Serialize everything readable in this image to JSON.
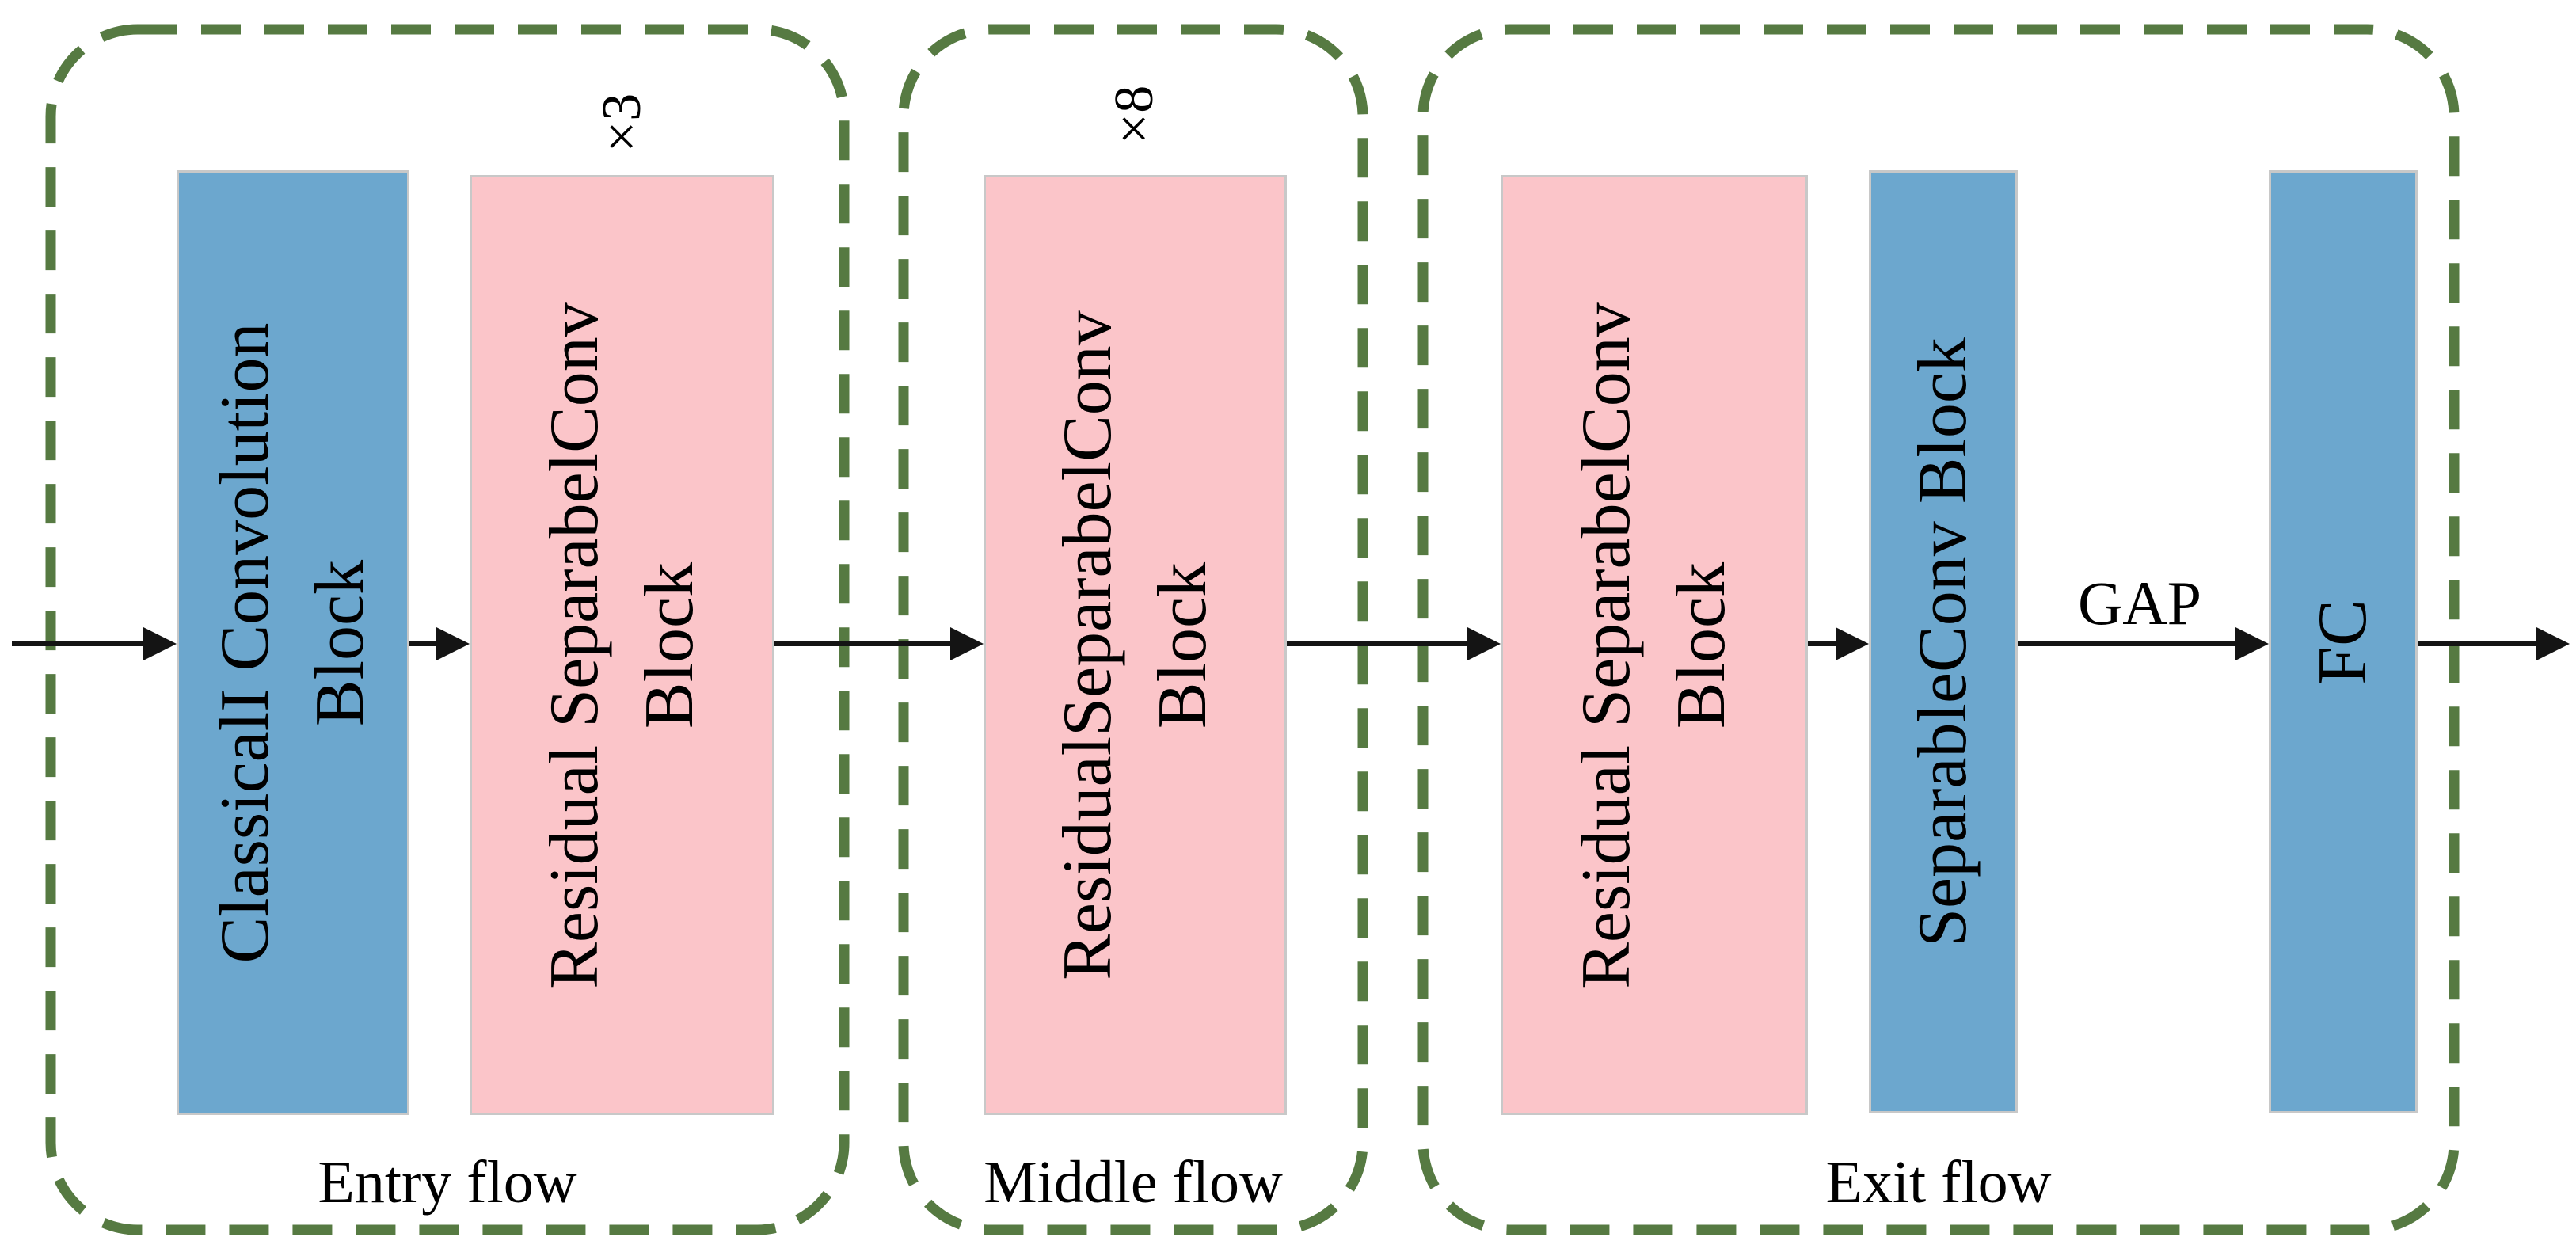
{
  "colors": {
    "block_blue": "#6CA7CE",
    "block_pink": "#FBC5C9",
    "box_border": "#C8C8C8",
    "dashed_border_green": "#567A42",
    "arrow_black": "#141414",
    "text": "#000000"
  },
  "groups": [
    {
      "label": "Entry flow"
    },
    {
      "label": "Middle flow"
    },
    {
      "label": "Exit flow"
    }
  ],
  "blocks": [
    {
      "line1": "ClassicalI Convolution",
      "line2": "Block",
      "color": "blue"
    },
    {
      "line1": "Residual SeparabelConv",
      "line2": "Block",
      "color": "pink",
      "multiplier": "×3"
    },
    {
      "line1": "ResidualSeparabelConv",
      "line2": "Block",
      "color": "pink",
      "multiplier": "×8"
    },
    {
      "line1": "Residual SeparabelConv",
      "line2": "Block",
      "color": "pink"
    },
    {
      "line1": "SeparableConv Block",
      "color": "blue"
    },
    {
      "line1": "FC",
      "color": "blue"
    }
  ],
  "annotations": {
    "gap": "GAP"
  }
}
